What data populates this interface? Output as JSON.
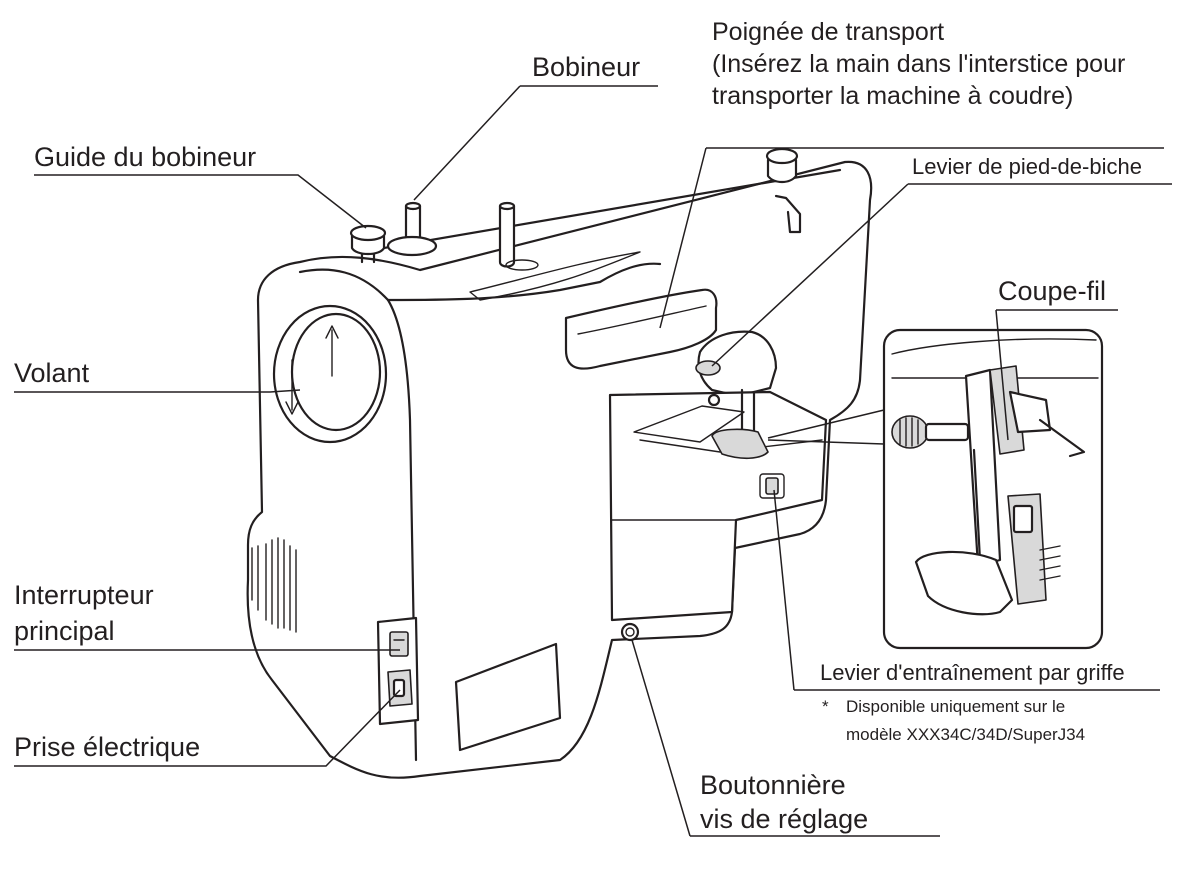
{
  "labels": {
    "bobineur": "Bobineur",
    "guide_bobineur": "Guide du bobineur",
    "poignee_line1": "Poignée de transport",
    "poignee_line2": "(Insérez la main dans l'interstice pour",
    "poignee_line3": "transporter la machine à coudre)",
    "levier_pied": "Levier de pied-de-biche",
    "coupe_fil": "Coupe-fil",
    "volant": "Volant",
    "interrupteur_line1": "Interrupteur",
    "interrupteur_line2": "principal",
    "prise": "Prise électrique",
    "levier_griffe": "Levier d'entraînement par griffe",
    "note_star": "*",
    "note_line1": "Disponible uniquement sur le",
    "note_line2": "modèle XXX34C/34D/SuperJ34",
    "boutonniere_line1": "Boutonnière",
    "boutonniere_line2": "vis de réglage"
  },
  "colors": {
    "ink": "#231f20",
    "background": "#ffffff",
    "panel_gray": "#d9d9d9"
  },
  "icons": {
    "handwheel": "handwheel-arrows-icon",
    "power_switch": "power-switch-icon",
    "power_socket": "power-socket-icon"
  }
}
